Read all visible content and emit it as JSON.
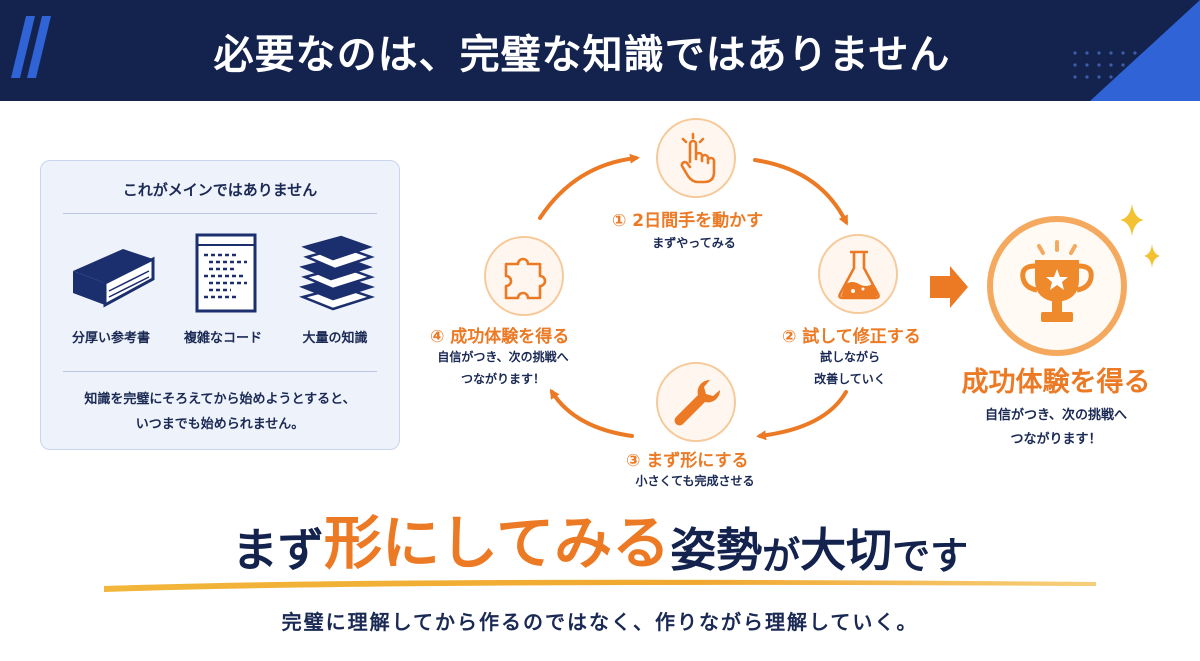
{
  "header": {
    "title": "必要なのは、完璧な知識ではありません",
    "bg_color": "#13234e",
    "accent_color": "#2f63d6"
  },
  "left_panel": {
    "title": "これがメインではありません",
    "items": [
      {
        "icon": "book-icon",
        "label": "分厚い参考書"
      },
      {
        "icon": "code-document-icon",
        "label": "複雑なコード"
      },
      {
        "icon": "book-stack-icon",
        "label": "大量の知識"
      }
    ],
    "note_line1": "知識を完璧にそろえてから始めようとすると、",
    "note_line2": "いつまでも始められません。"
  },
  "cycle": {
    "steps": [
      {
        "icon": "hand-pointer-icon",
        "title": "① 2日間手を動かす",
        "sub": [
          "まずやってみる"
        ]
      },
      {
        "icon": "flask-icon",
        "title": "② 試して修正する",
        "sub": [
          "試しながら",
          "改善していく"
        ]
      },
      {
        "icon": "wrench-icon",
        "title": "③ まず形にする",
        "sub": [
          "小さくても完成させる"
        ]
      },
      {
        "icon": "puzzle-icon",
        "title": "④ 成功体験を得る",
        "sub": [
          "自信がつき、次の挑戦へ",
          "つながります！"
        ]
      }
    ],
    "accent_color": "#ec7a25"
  },
  "result": {
    "icon": "trophy-icon",
    "title": "成功体験を得る",
    "sub_line1": "自信がつき、次の挑戦へ",
    "sub_line2": "つながります！"
  },
  "headline": {
    "part1": "まず ",
    "part2": "形にしてみる",
    "part3": " 姿勢",
    "part4": "が ",
    "part5": "大切",
    "part6": "です"
  },
  "subline": "完璧に理解してから作るのではなく、作りながら理解していく。"
}
